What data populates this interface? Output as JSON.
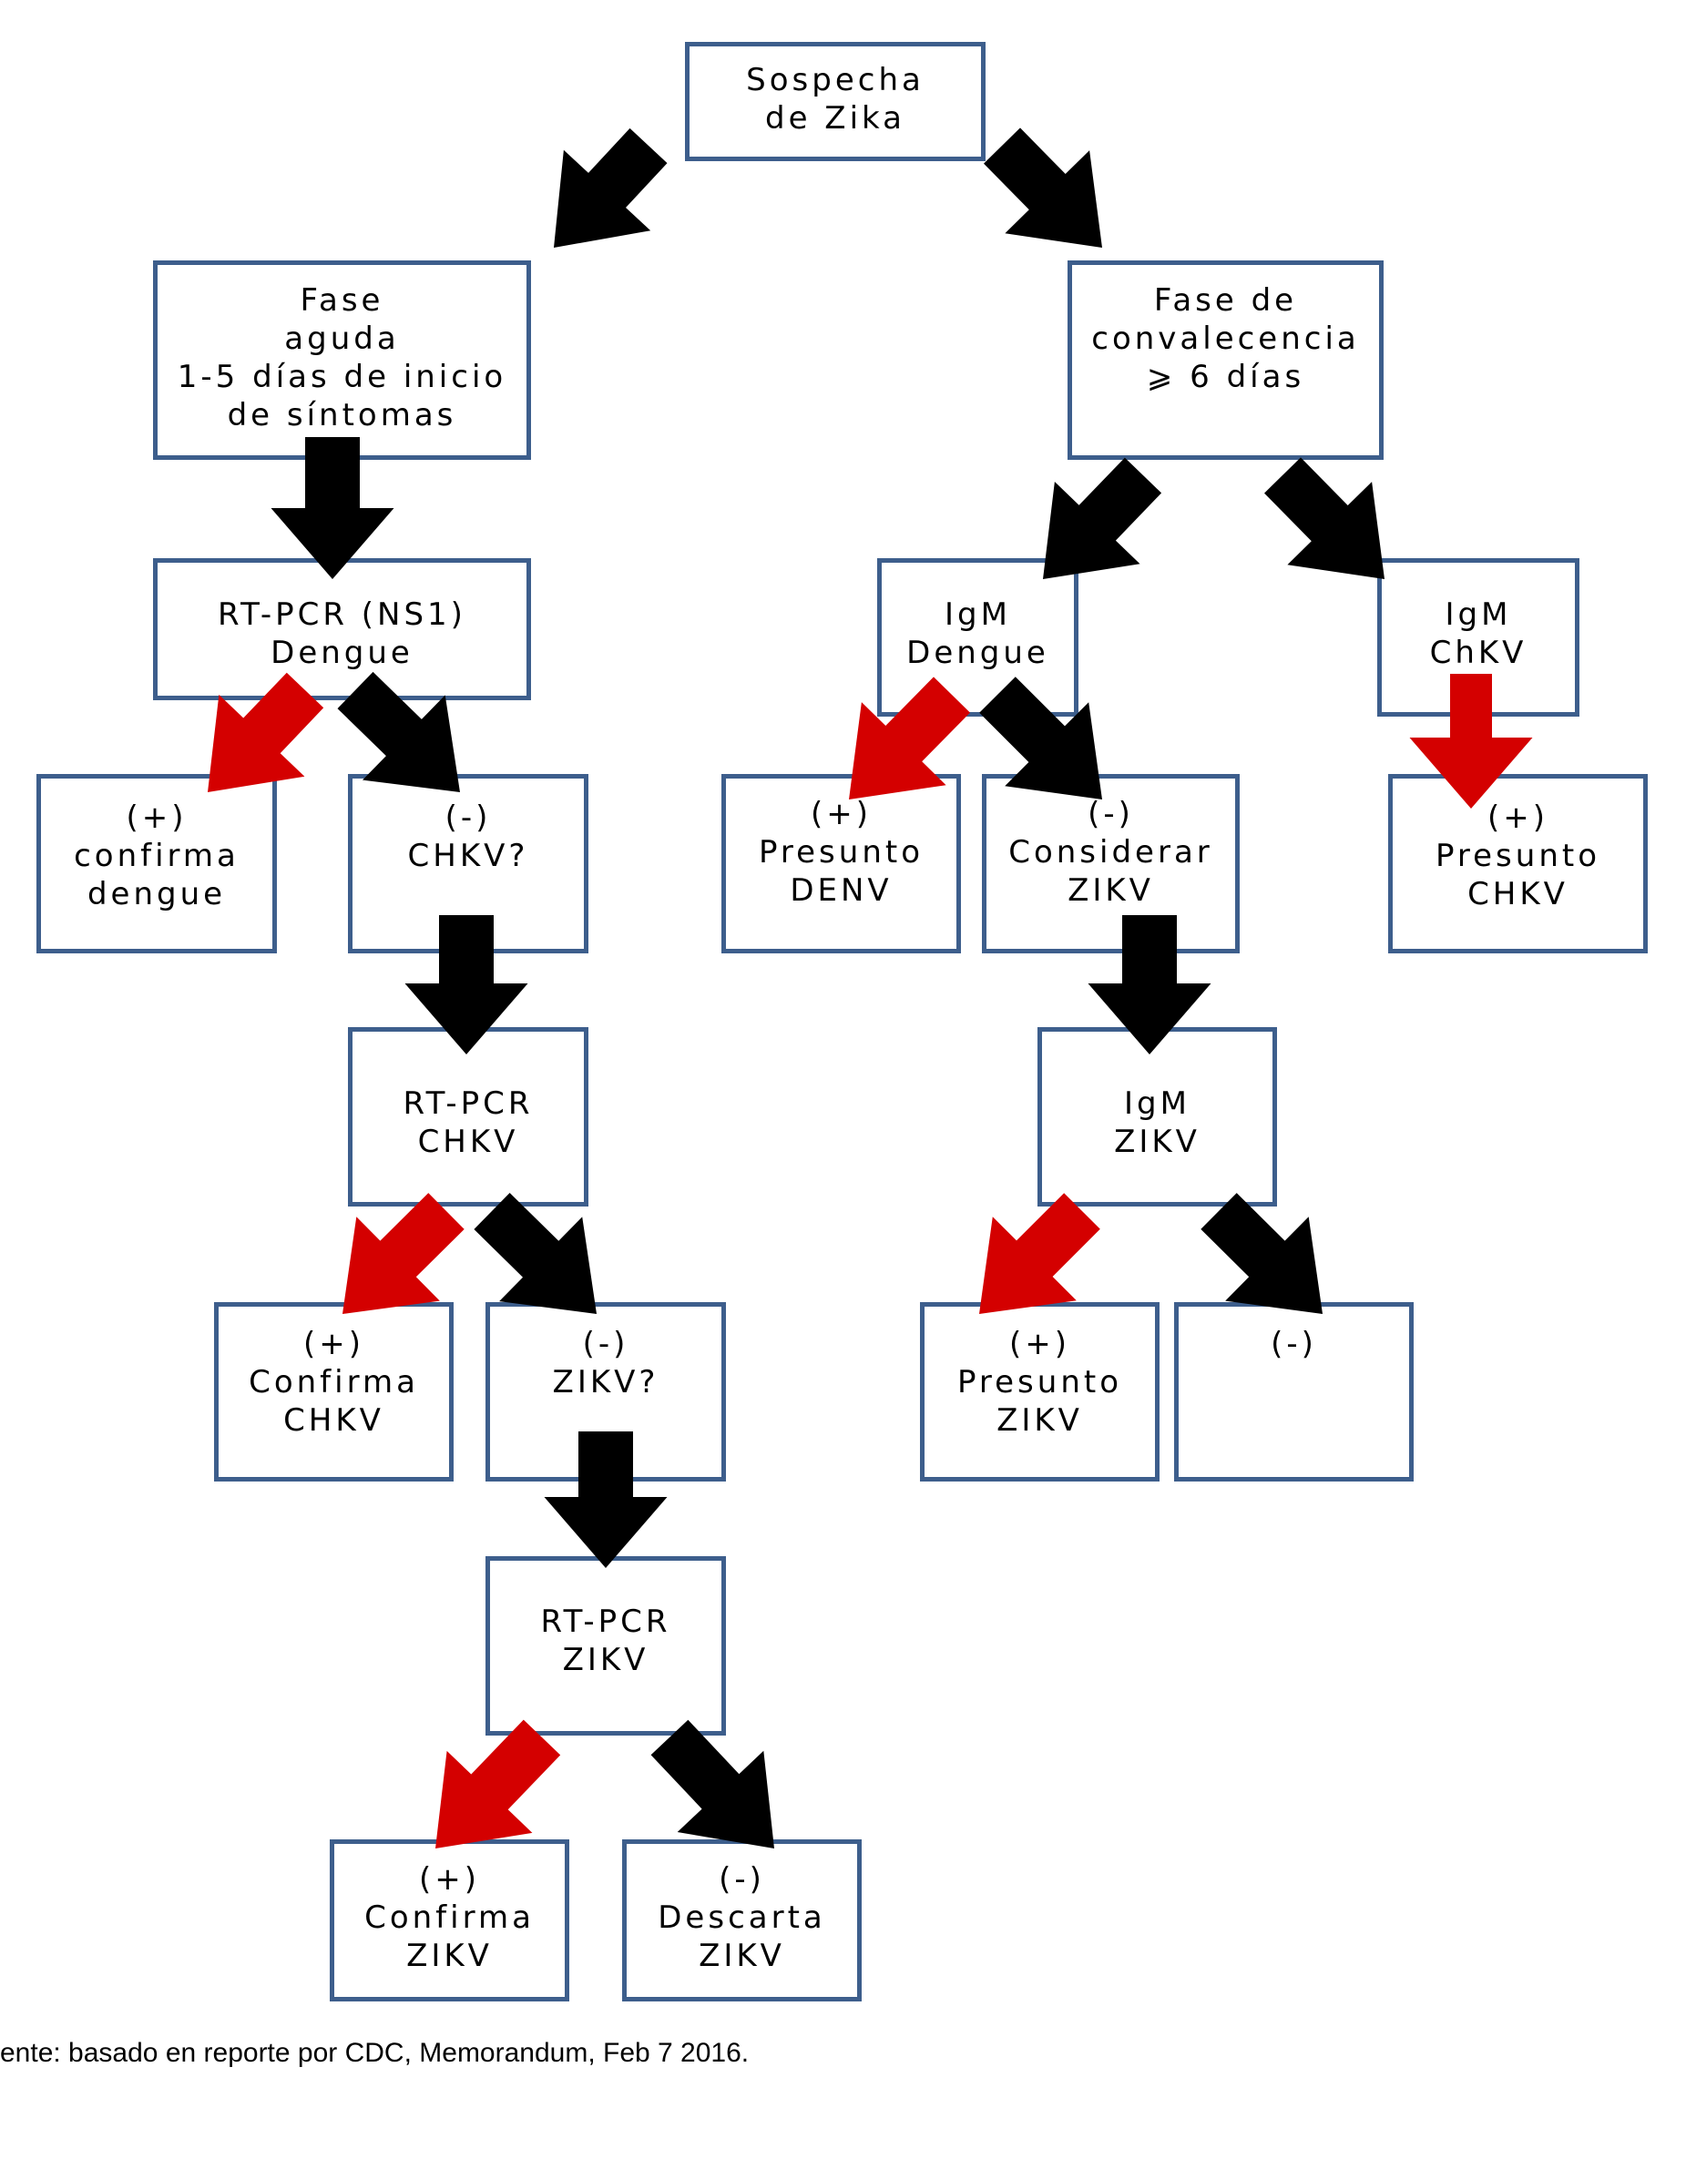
{
  "colors": {
    "border": "#3d5e8c",
    "arrow_black": "#000000",
    "arrow_red": "#d40000"
  },
  "nodes": {
    "sospecha": "Sospecha\nde Zika",
    "fase_aguda": "Fase\naguda\n1-5 días de inicio\nde síntomas",
    "fase_conv": "Fase de\nconvalecencia\n⩾ 6 días",
    "rtpcr_dengue": "RT-PCR (NS1)\nDengue",
    "igm_dengue": "IgM\nDengue",
    "igm_chkv": "IgM\nChKV",
    "confirma_dengue": "(+)\nconfirma\ndengue",
    "chkv_q": "(-)\nCHKV?",
    "presunto_denv": "(+)\nPresunto\nDENV",
    "considerar_zikv": "(-)\nConsiderar\nZIKV",
    "presunto_chkv": "(+)\nPresunto\nCHKV",
    "rtpcr_chkv": "RT-PCR\nCHKV",
    "igm_zikv": "IgM\nZIKV",
    "confirma_chkv": "(+)\nConfirma\nCHKV",
    "zikv_q": "(-)\nZIKV?",
    "presunto_zikv": "(+)\nPresunto\nZIKV",
    "igm_zikv_neg": "(-)",
    "rtpcr_zikv": "RT-PCR\nZIKV",
    "confirma_zikv": "(+)\nConfirma\nZIKV",
    "descarta_zikv": "(-)\nDescarta\nZIKV"
  },
  "caption": "ente: basado en reporte por CDC, Memorandum, Feb 7 2016."
}
